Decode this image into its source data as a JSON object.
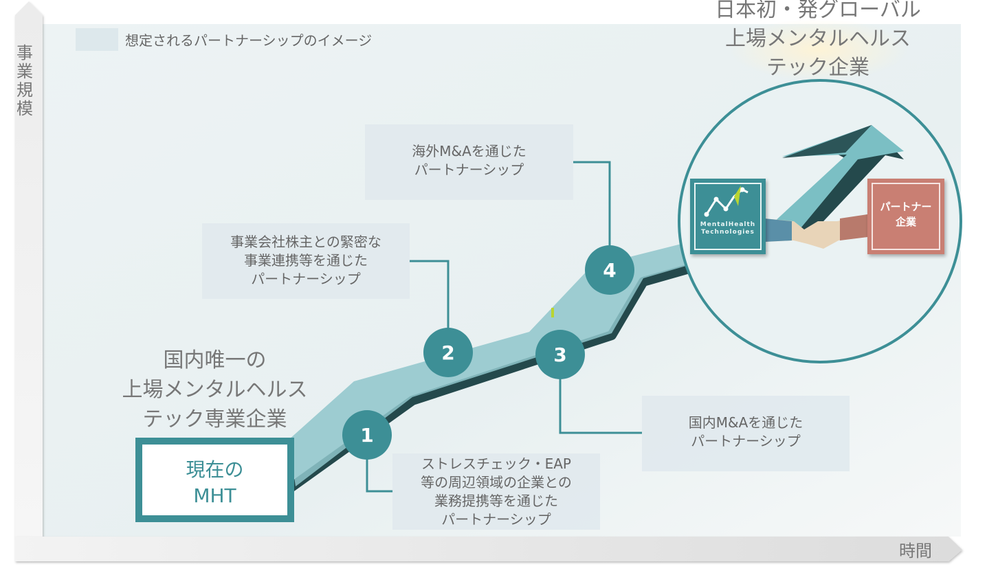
{
  "legend": {
    "label": "想定されるパートナーシップのイメージ",
    "swatch_color": "#dde8ec"
  },
  "axes": {
    "y_label": "事\n業\n規\n模",
    "x_label": "時間"
  },
  "goal": {
    "text": "日本初・発グローバル\n上場メンタルヘルス\nテック企業"
  },
  "start": {
    "headline": "国内唯一の\n上場メンタルヘルス\nテック専業企業",
    "box_label": "現在の\nMHT"
  },
  "steps": [
    {
      "number": "1",
      "text": "ストレスチェック・EAP\n等の周辺領域の企業との\n業務提携等を通じた\nパートナーシップ"
    },
    {
      "number": "2",
      "text": "事業会社株主との緊密な\n事業連携等を通じた\nパートナーシップ"
    },
    {
      "number": "3",
      "text": "国内M&Aを通じた\nパートナーシップ"
    },
    {
      "number": "4",
      "text": "海外M&Aを通じた\nパートナーシップ"
    }
  ],
  "logos": {
    "mht_name": "MentalHealth\nTechnologies",
    "partner_label": "パートナー\n企業"
  },
  "colors": {
    "accent": "#3d8f96",
    "path_light": "#8fc6cb",
    "path_dark": "#24494c",
    "partner": "#c97f73"
  }
}
